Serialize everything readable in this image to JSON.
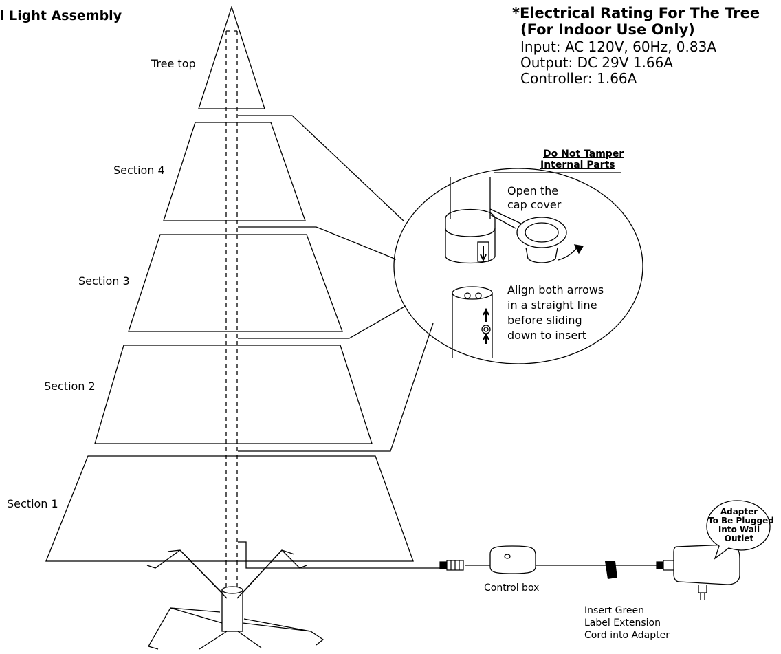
{
  "heading": "l Light Assembly",
  "rating": {
    "title_line1": "*Electrical Rating For The Tree",
    "title_line2": "(For Indoor Use Only)",
    "input": "Input: AC 120V, 60Hz, 0.83A",
    "output": "Output: DC 29V  1.66A",
    "controller": "Controller: 1.66A"
  },
  "sections": {
    "top": "Tree top",
    "s4": "Section 4",
    "s3": "Section 3",
    "s2": "Section 2",
    "s1": "Section 1"
  },
  "detail": {
    "warning_line1": "Do Not Tamper",
    "warning_line2": "Internal Parts",
    "open_line1": "Open the",
    "open_line2": "cap cover",
    "align_line1": "Align both arrows",
    "align_line2": "in a straight line",
    "align_line3": "before sliding",
    "align_line4": "down to insert"
  },
  "control_box": "Control box",
  "extension": {
    "line1": "Insert Green",
    "line2": "Label Extension",
    "line3": "Cord into Adapter"
  },
  "adapter_bubble": {
    "line1": "Adapter",
    "line2": "To Be Plugged",
    "line3": "Into Wall",
    "line4": "Outlet"
  }
}
